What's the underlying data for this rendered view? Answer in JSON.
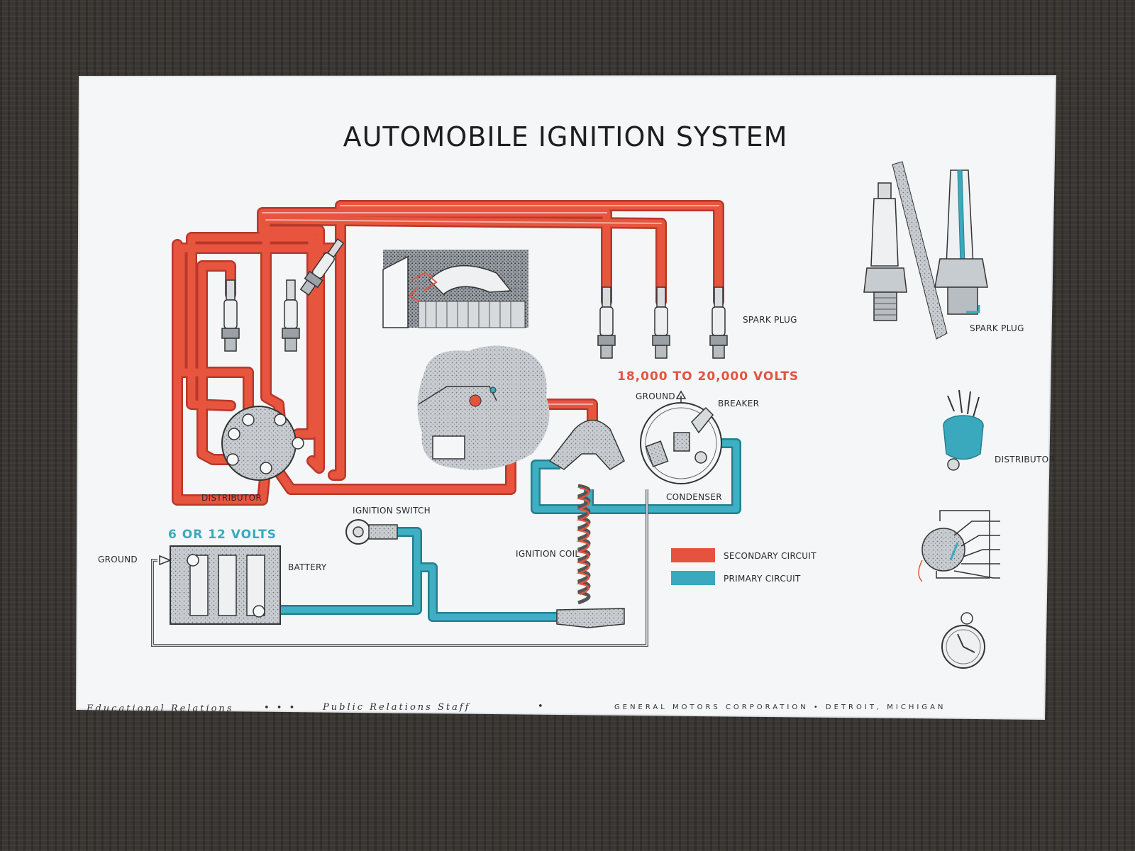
{
  "title": "AUTOMOBILE IGNITION SYSTEM",
  "labels": {
    "spark_plug_main": "SPARK PLUG",
    "spark_plug_side": "SPARK PLUG",
    "high_voltage": "18,000 TO 20,000 VOLTS",
    "ground_breaker": "GROUND",
    "breaker": "BREAKER",
    "condenser": "CONDENSER",
    "distributor_main": "DISTRIBUTOR",
    "distributor_side": "DISTRIBUTOR",
    "ignition_switch": "IGNITION SWITCH",
    "low_voltage": "6 OR 12 VOLTS",
    "ground_battery": "GROUND",
    "battery": "BATTERY",
    "ignition_coil": "IGNITION COIL"
  },
  "legend": [
    {
      "label": "SECONDARY CIRCUIT",
      "color": "#e5533f"
    },
    {
      "label": "PRIMARY CIRCUIT",
      "color": "#3aa9bd"
    }
  ],
  "footer": {
    "left": "Educational Relations",
    "middle": "Public Relations Staff",
    "right": "GENERAL MOTORS CORPORATION • DETROIT, MICHIGAN"
  },
  "colors": {
    "secondary": "#e5533f",
    "primary": "#3aa9bd",
    "paper": "#f4f6f8"
  }
}
